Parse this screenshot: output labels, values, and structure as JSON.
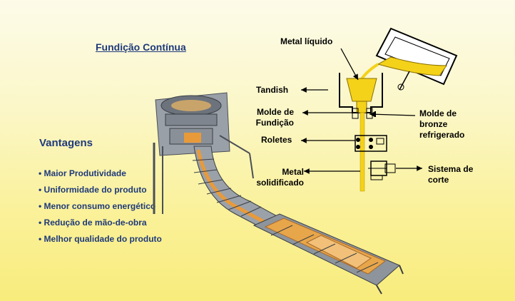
{
  "title": "Fundição Contínua",
  "vantagens": {
    "heading": "Vantagens",
    "items": [
      "Maior Produtividade",
      "Uniformidade do produto",
      "Menor consumo energético",
      "Redução de mão-de-obra",
      "Melhor qualidade do produto"
    ]
  },
  "labels": {
    "metal_liquido": "Metal líquido",
    "tandish": "Tandish",
    "molde_fundicao_1": "Molde de",
    "molde_fundicao_2": "Fundição",
    "roletes": "Roletes",
    "metal_solid_1": "Metal",
    "metal_solid_2": "solidificado",
    "molde_bronze_1": "Molde de",
    "molde_bronze_2": "bronze",
    "molde_bronze_3": "refrigerado",
    "sistema_corte_1": "Sistema de",
    "sistema_corte_2": "corte"
  },
  "colors": {
    "text_blue": "#1f3a7a",
    "metal_yellow": "#f4d21a",
    "slab_orange": "#e8a64a"
  }
}
